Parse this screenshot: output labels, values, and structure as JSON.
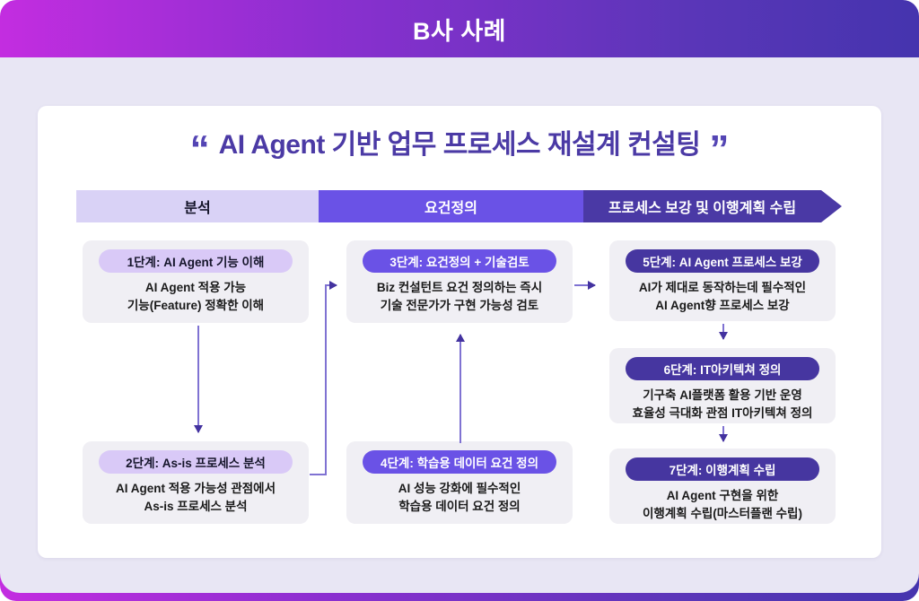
{
  "banner": {
    "title": "B사 사례"
  },
  "main": {
    "quote_open": "“",
    "quote_close": "”",
    "title": "AI Agent 기반 업무 프로세스 재설계 컨설팅",
    "phases": [
      {
        "label": "분석"
      },
      {
        "label": "요건정의"
      },
      {
        "label": "프로세스 보강 및 이행계획 수립"
      }
    ],
    "steps": [
      {
        "title": "1단계: AI Agent 기능 이해",
        "line1": "AI Agent 적용 가능",
        "line2": "기능(Feature) 정확한 이해"
      },
      {
        "title": "2단계: As-is 프로세스 분석",
        "line1": "AI Agent 적용 가능성 관점에서",
        "line2": "As-is 프로세스 분석"
      },
      {
        "title": "3단계: 요건정의 + 기술검토",
        "line1": "Biz 컨설턴트 요건 정의하는 즉시",
        "line2": "기술 전문가가 구현 가능성 검토"
      },
      {
        "title": "4단계: 학습용 데이터 요건 정의",
        "line1": "AI 성능 강화에 필수적인",
        "line2": "학습용 데이터 요건 정의"
      },
      {
        "title": "5단계: AI Agent 프로세스 보강",
        "line1": "AI가 제대로 동작하는데 필수적인",
        "line2": "AI Agent향 프로세스 보강"
      },
      {
        "title": "6단계: IT아키텍쳐 정의",
        "line1": "기구축 AI플랫폼 활용 기반 운영",
        "line2": "효율성 극대화 관점 IT아키텍쳐 정의"
      },
      {
        "title": "7단계: 이행계획 수립",
        "line1": "AI Agent 구현을 위한",
        "line2": "이행계획 수립(마스터플랜 수립)"
      }
    ]
  },
  "colors": {
    "gradient_left": "#c32de0",
    "gradient_right": "#4534ae",
    "panel_bg": "#e8e6f4",
    "card_bg": "#ffffff",
    "title_text": "#4b3aa5",
    "phase1_bg": "#d9d2f6",
    "phase2_bg": "#6a52e6",
    "phase3_bg": "#4a39a5",
    "step_bg": "#f0eff4",
    "pill_light": "#d9c9f7",
    "pill_mid": "#6a52e6",
    "pill_dark": "#4636a0",
    "connector_line": "#7f72d2",
    "connector_head": "#43329f"
  }
}
